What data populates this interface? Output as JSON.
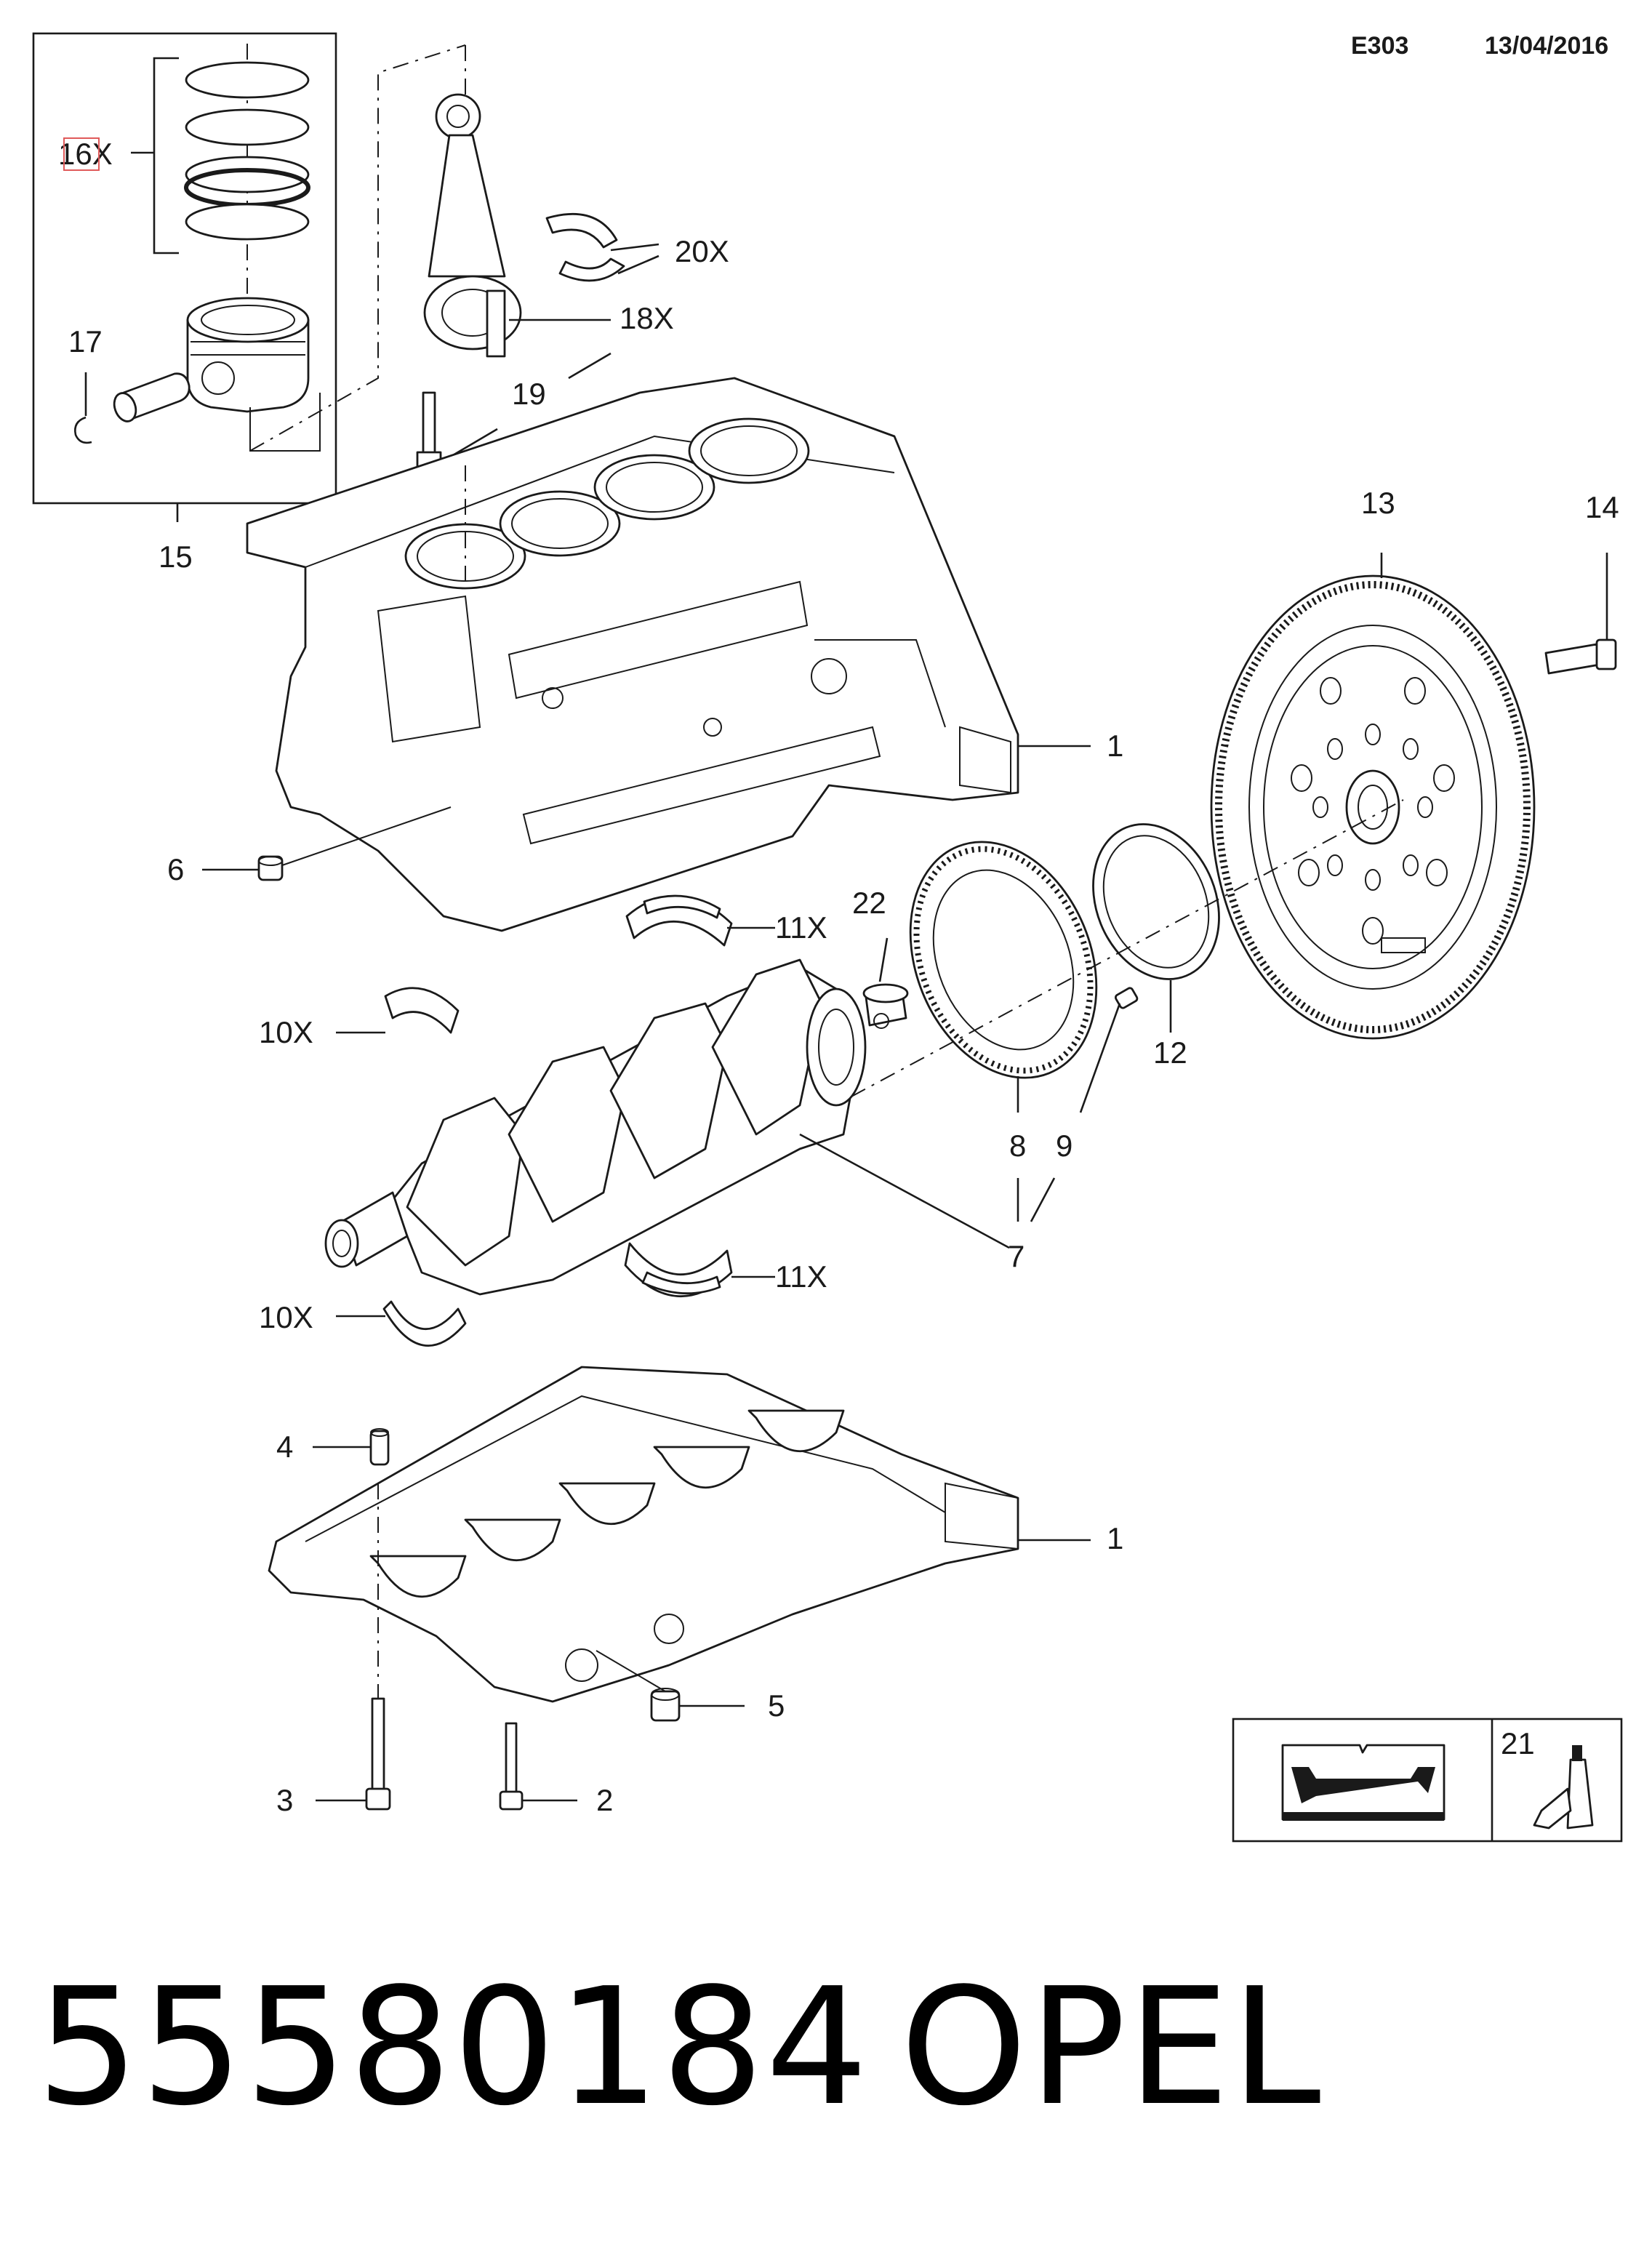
{
  "header": {
    "code": "E303",
    "date": "13/04/2016"
  },
  "callouts": {
    "c16x": "16X",
    "c17": "17",
    "c15": "15",
    "c20x": "20X",
    "c18x": "18X",
    "c19": "19",
    "c13": "13",
    "c14": "14",
    "c1_top": "1",
    "c6": "6",
    "c22": "22",
    "c11x_top": "11X",
    "c10x_top": "10X",
    "c12": "12",
    "c8": "8",
    "c9": "9",
    "c7": "7",
    "c11x_bot": "11X",
    "c10x_bot": "10X",
    "c4": "4",
    "c1_bot": "1",
    "c5": "5",
    "c3": "3",
    "c2": "2",
    "c21": "21"
  },
  "footer": {
    "part_number": "55580184",
    "brand": "OPEL"
  },
  "icons": {
    "manual": "manual-book-wrench-icon",
    "lubricant": "lubricant-tube-icon"
  }
}
